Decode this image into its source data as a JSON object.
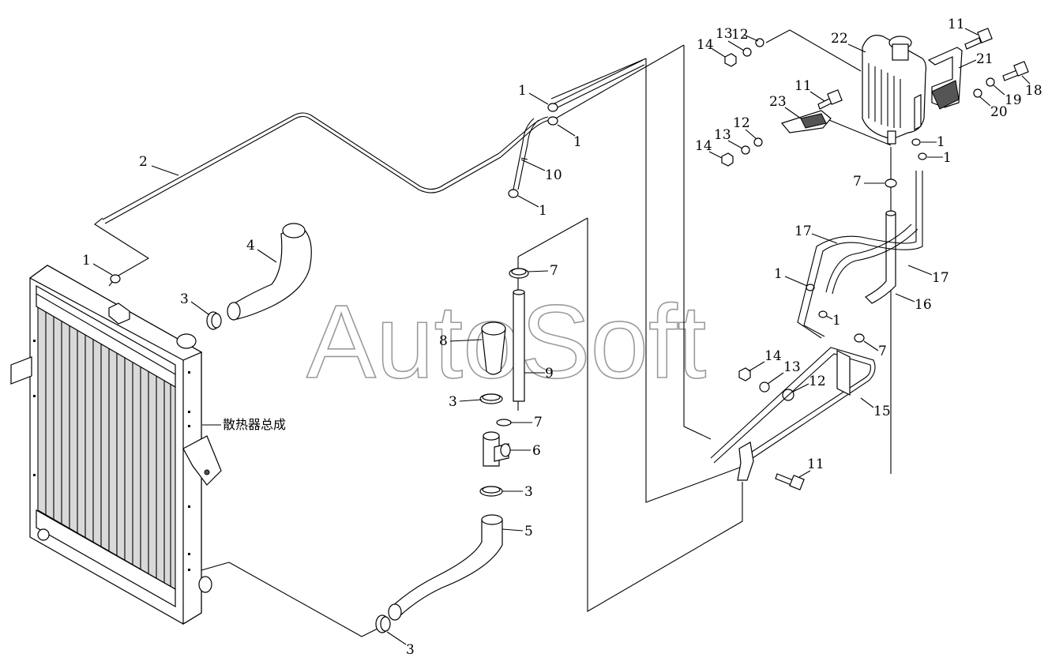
{
  "watermark": "AutoSoft",
  "assembly_label": "散热器总成",
  "part_numbers": {
    "n1": "1",
    "n2": "2",
    "n3": "3",
    "n4": "4",
    "n5": "5",
    "n6": "6",
    "n7": "7",
    "n8": "8",
    "n9": "9",
    "n10": "10",
    "n11": "11",
    "n12": "12",
    "n13": "13",
    "n14": "14",
    "n15": "15",
    "n16": "16",
    "n17": "17",
    "n18": "18",
    "n19": "19",
    "n20": "20",
    "n21": "21",
    "n22": "22",
    "n23": "23"
  }
}
